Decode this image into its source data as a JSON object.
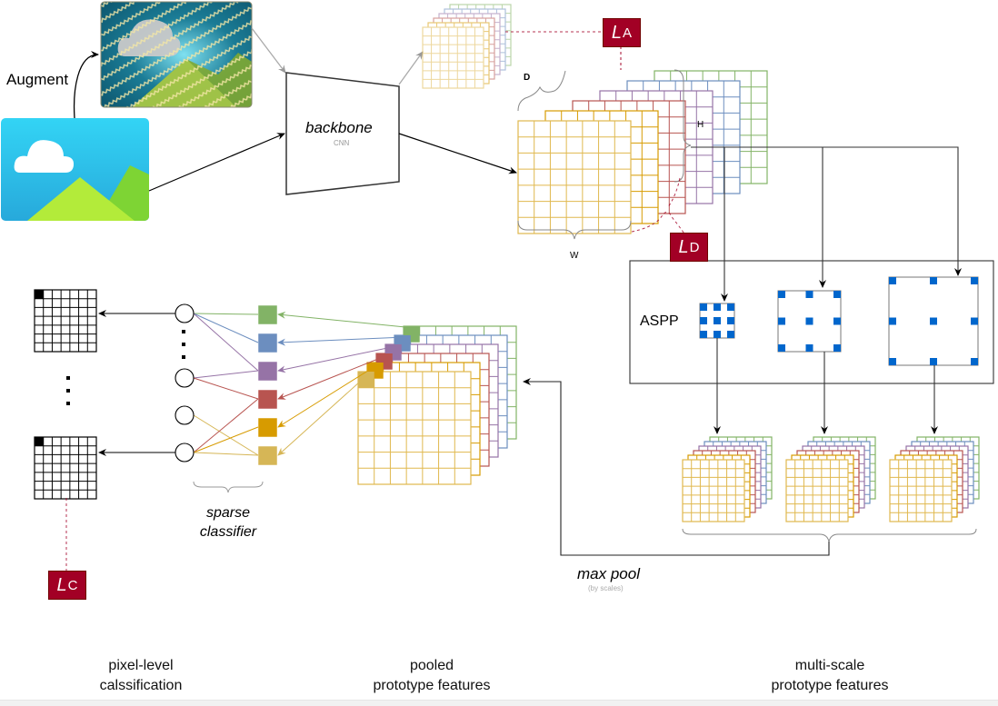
{
  "labels": {
    "augment": "Augment",
    "backbone": "backbone",
    "backbone_sub": "CNN",
    "dim_d": "D",
    "dim_h": "H",
    "dim_w": "W",
    "aspp": "ASPP",
    "max_pool": "max pool",
    "max_pool_sub": "(by scales)",
    "sparse_line1": "sparse",
    "sparse_line2": "classifier"
  },
  "losses": [
    {
      "symbol": "L",
      "sub": "A"
    },
    {
      "symbol": "L",
      "sub": "D"
    },
    {
      "symbol": "L",
      "sub": "C"
    }
  ],
  "captions": {
    "left": {
      "line1": "pixel-level",
      "line2": "calssification"
    },
    "middle": {
      "line1": "pooled",
      "line2": "prototype features"
    },
    "right": {
      "line1": "multi-scale",
      "line2": "prototype features"
    }
  },
  "colors": {
    "loss": "#A20025",
    "channels": [
      "#82B366",
      "#6C8EBF",
      "#9673A6",
      "#B85450",
      "#D79B00",
      "#D6B656"
    ],
    "aspp_dot": "#0066CC"
  },
  "aspp_kernels": [
    {
      "name": "dilation-small"
    },
    {
      "name": "dilation-medium"
    },
    {
      "name": "dilation-large"
    }
  ],
  "multi_scale_stacks": 3,
  "classifier": {
    "neurons_visible": 4,
    "prototype_channels": 6
  }
}
